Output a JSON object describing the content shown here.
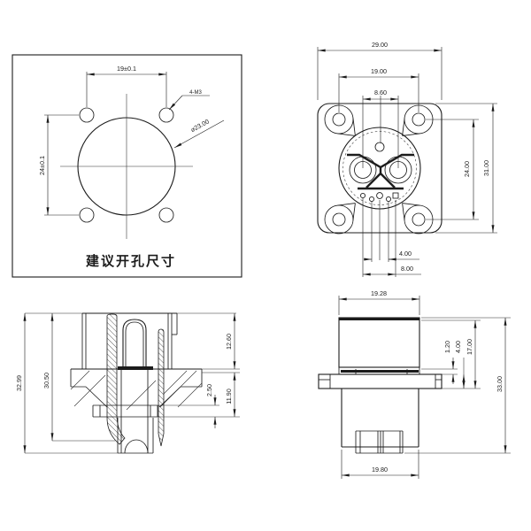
{
  "drawing": {
    "background": "#ffffff",
    "line_color": "#1c1c1c",
    "views": {
      "panel_cutout": {
        "title": "建议开孔尺寸",
        "dim_hole_spacing_h": "19±0.1",
        "dim_hole_spacing_v": "24±0.1",
        "thread_callout": "4-M3",
        "dim_bore_diameter": "⌀23.00"
      },
      "front_view": {
        "dim_overall_width": "29.00",
        "dim_mount_hole_spacing_h": "19.00",
        "dim_contact_spacing": "8.60",
        "dim_mount_hole_spacing_v": "24.00",
        "dim_overall_height": "31.00",
        "dim_pin_pitch": "4.00",
        "dim_pin_span": "8.00"
      },
      "section_view": {
        "dim_overall_height": "32.99",
        "dim_inner_height": "30.50",
        "dim_upper_depth": "12.60",
        "dim_step": "2.50",
        "dim_lower_depth": "11.90"
      },
      "side_view": {
        "dim_top_width": "19.28",
        "dim_lip_thickness": "1.20",
        "dim_flange_thickness": "4.00",
        "dim_front_length": "17.00",
        "dim_overall_length": "33.00",
        "dim_body_width": "19.80"
      }
    }
  }
}
